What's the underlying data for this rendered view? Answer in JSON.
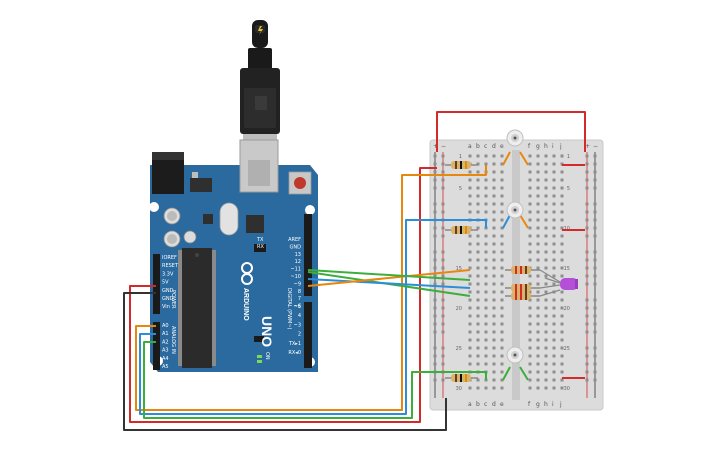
{
  "arduino": {
    "model": "UNO",
    "brand": "ARDUINO",
    "tx_label": "TX",
    "rx_label": "RX",
    "on_label": "ON",
    "power_header": {
      "title": "POWER",
      "pins": [
        "IOREF",
        "RESET",
        "3.3V",
        "5V",
        "GND",
        "GND",
        "Vin"
      ]
    },
    "analog_header": {
      "title": "ANALOG IN",
      "pins": [
        "A0",
        "A1",
        "A2",
        "A3",
        "A4",
        "A5"
      ]
    },
    "digital_header": {
      "title": "DIGITAL (PWM~)",
      "pins": [
        "AREF",
        "GND",
        "13",
        "12",
        "~11",
        "~10",
        "~9",
        "8",
        "7",
        "~6",
        "~5",
        "4",
        "~3",
        "2",
        "TX▸1",
        "RX◂0"
      ]
    }
  },
  "breadboard": {
    "columns_left": [
      "a",
      "b",
      "c",
      "d",
      "e"
    ],
    "columns_right": [
      "f",
      "g",
      "h",
      "i",
      "j"
    ],
    "rail_plus": "+",
    "rail_minus": "−",
    "row_labels": [
      "1",
      "5",
      "10",
      "15",
      "20",
      "25",
      "30"
    ]
  },
  "colors": {
    "board": "#2a6a9f",
    "breadboard": "#dcdcdc",
    "wire_red": "#d42a2a",
    "wire_black": "#333333",
    "wire_orange": "#e8870e",
    "wire_blue": "#2a8fd6",
    "wire_green": "#3cae3c",
    "led": "#b44fd8"
  }
}
